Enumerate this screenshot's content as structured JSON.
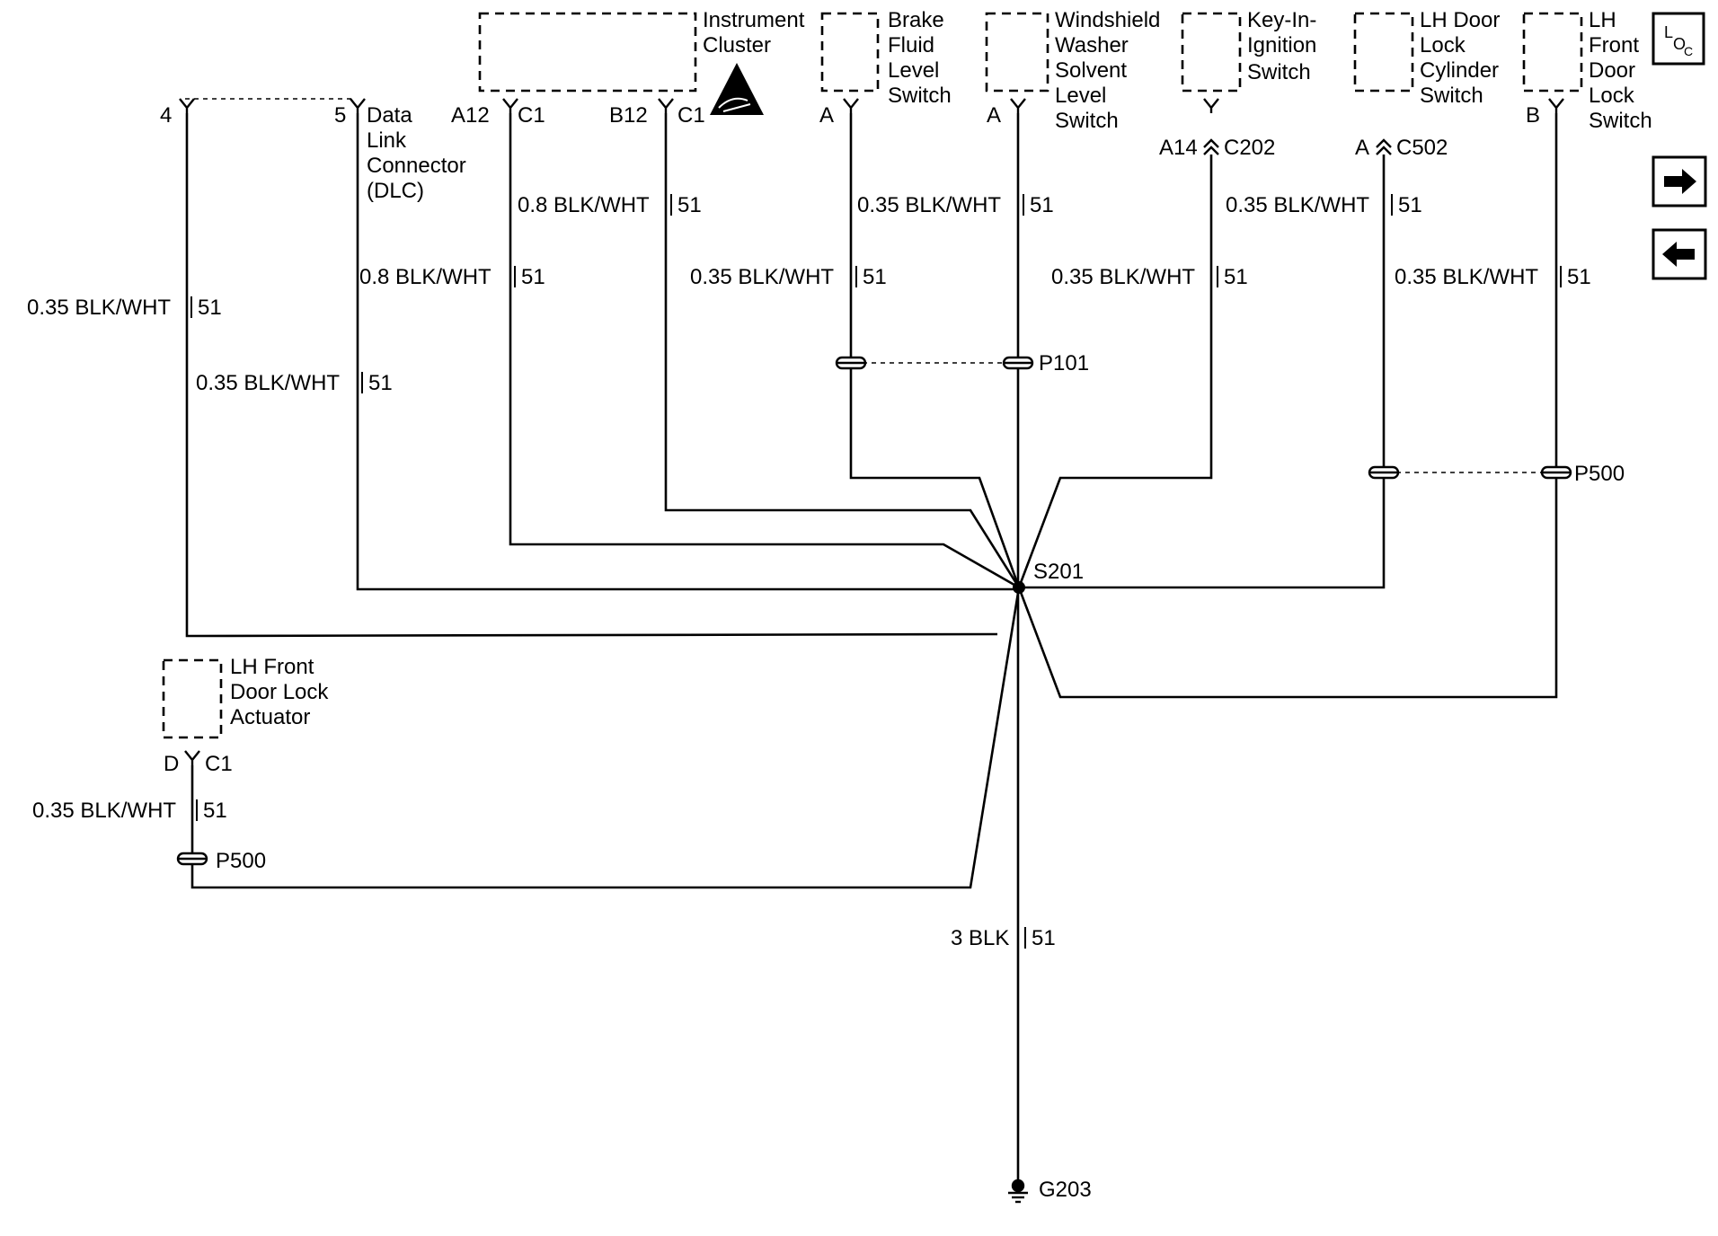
{
  "components": {
    "instrument_cluster": [
      "Instrument",
      "Cluster"
    ],
    "brake_fluid": [
      "Brake",
      "Fluid",
      "Level",
      "Switch"
    ],
    "windshield_washer": [
      "Windshield",
      "Washer",
      "Solvent",
      "Level",
      "Switch"
    ],
    "key_in_ignition": [
      "Key-In-",
      "Ignition",
      "Switch"
    ],
    "lh_door_lock_cylinder": [
      "LH Door",
      "Lock",
      "Cylinder",
      "Switch"
    ],
    "lh_front_door_lock_switch": [
      "LH",
      "Front",
      "Door",
      "Lock",
      "Switch"
    ],
    "dlc": [
      "Data",
      "Link",
      "Connector",
      "(DLC)"
    ],
    "lh_front_door_lock_actuator": [
      "LH Front",
      "Door Lock",
      "Actuator"
    ]
  },
  "pins": {
    "dlc_4": "4",
    "dlc_5": "5",
    "ic_a12": "A12",
    "ic_c1a": "C1",
    "ic_b12": "B12",
    "ic_c1b": "C1",
    "brake_a": "A",
    "washer_a": "A",
    "key_a14": "A14",
    "key_c202": "C202",
    "cyl_a": "A",
    "cyl_c502": "C502",
    "front_b": "B",
    "act_d": "D",
    "act_c1": "C1"
  },
  "wires": {
    "w_dlc4": {
      "gauge": "0.35 BLK/WHT",
      "circuit": "51"
    },
    "w_dlc5": {
      "gauge": "0.35 BLK/WHT",
      "circuit": "51"
    },
    "w_a12": {
      "gauge": "0.8 BLK/WHT",
      "circuit": "51"
    },
    "w_b12": {
      "gauge": "0.8 BLK/WHT",
      "circuit": "51"
    },
    "w_brake_upper": {
      "gauge": "0.35 BLK/WHT",
      "circuit": "51"
    },
    "w_brake_lower": {
      "gauge": "0.35 BLK/WHT",
      "circuit": "51"
    },
    "w_washer": {
      "gauge": "0.35 BLK/WHT",
      "circuit": "51"
    },
    "w_key": {
      "gauge": "0.35 BLK/WHT",
      "circuit": "51"
    },
    "w_cyl": {
      "gauge": "0.35 BLK/WHT",
      "circuit": "51"
    },
    "w_actuator": {
      "gauge": "0.35 BLK/WHT",
      "circuit": "51"
    },
    "w_ground": {
      "gauge": "3 BLK",
      "circuit": "51"
    }
  },
  "connectors": {
    "p101": "P101",
    "p500_right": "P500",
    "p500_left": "P500"
  },
  "splice": "S201",
  "ground": "G203",
  "loc_icon": {
    "l": "L",
    "o": "O",
    "c": "C"
  },
  "nav": {
    "next": "next-page-arrow",
    "prev": "previous-page-arrow"
  }
}
